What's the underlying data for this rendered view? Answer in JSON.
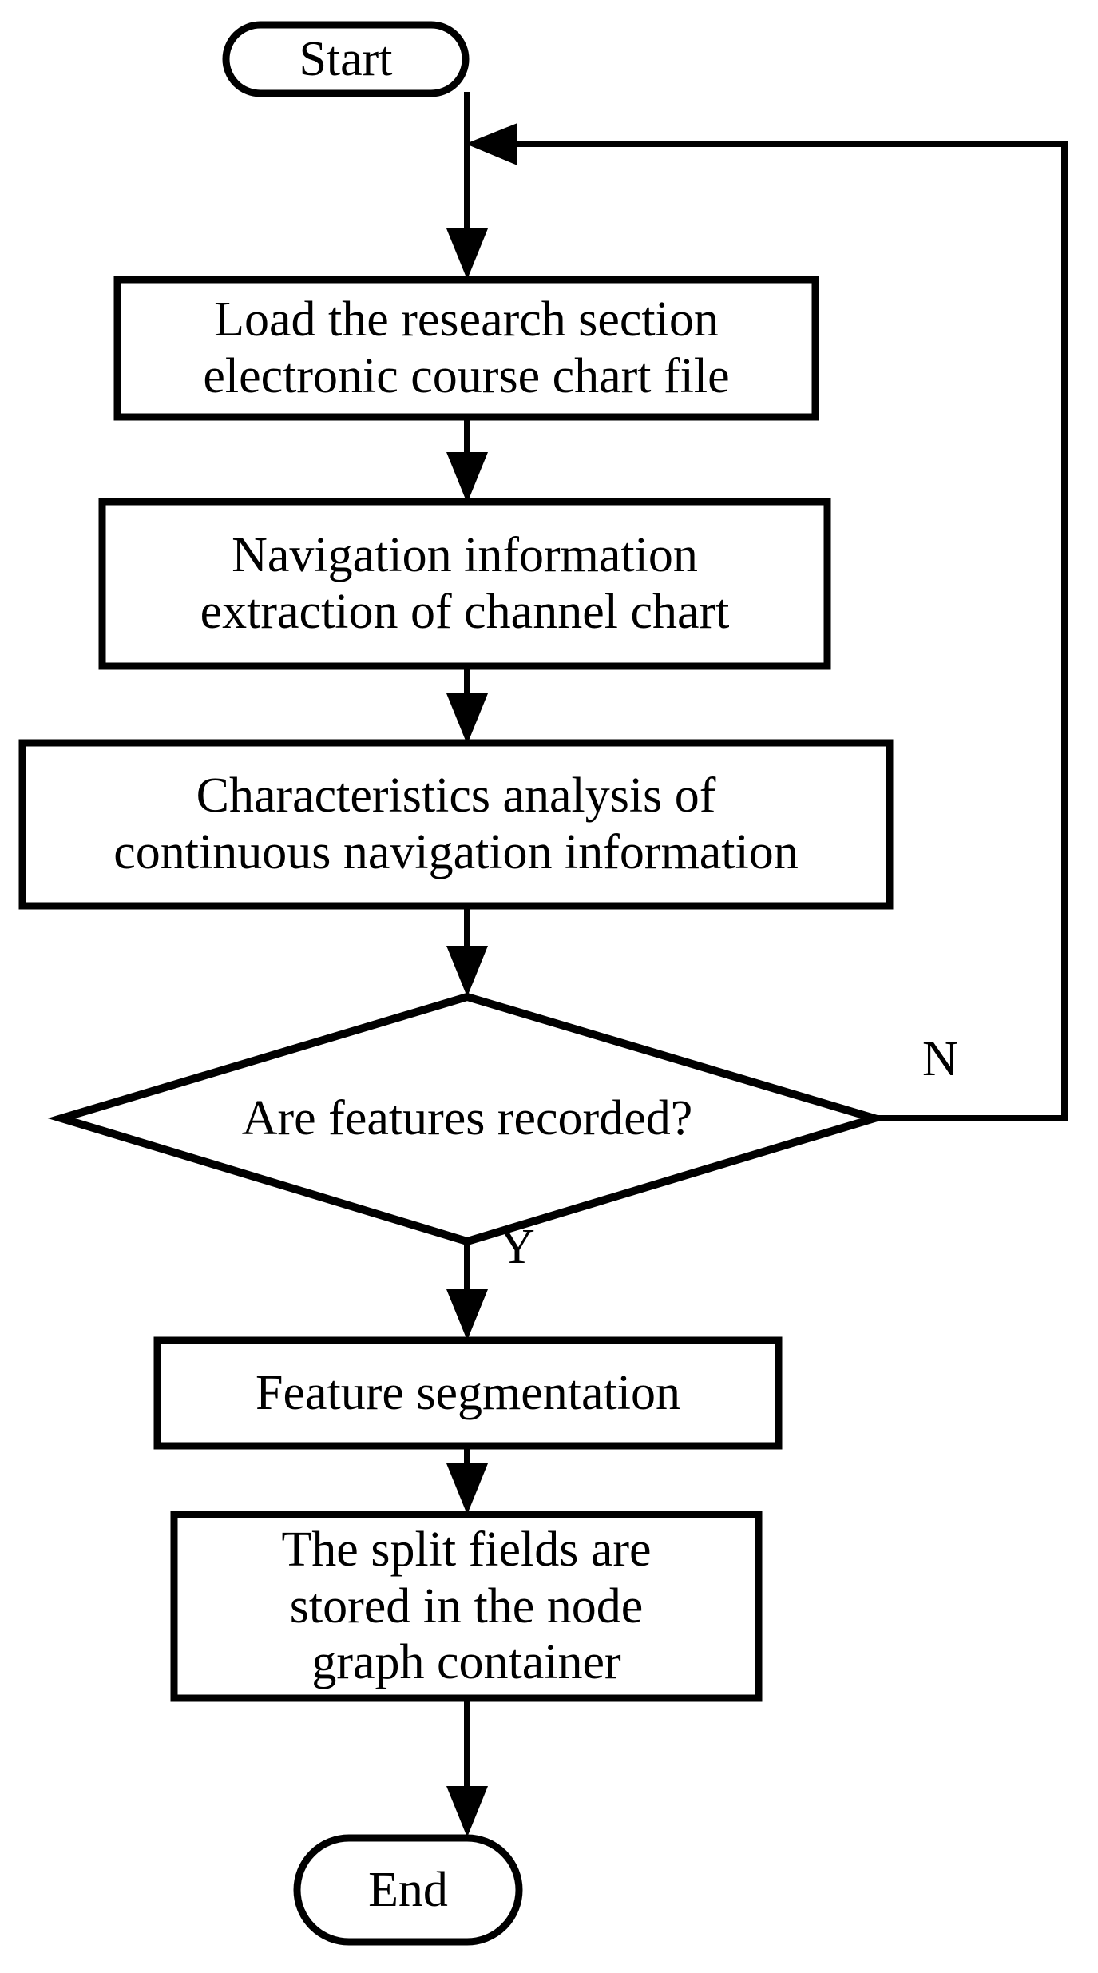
{
  "diagram": {
    "type": "flowchart",
    "orientation": "top-to-bottom",
    "background_color": "#ffffff",
    "line_color": "#000000",
    "nodes": [
      {
        "id": "start",
        "shape": "terminator",
        "label": "Start"
      },
      {
        "id": "load",
        "shape": "process",
        "line1": "Load the research section",
        "line2": "electronic course chart file"
      },
      {
        "id": "extract",
        "shape": "process",
        "line1": "Navigation information",
        "line2": "extraction of channel chart"
      },
      {
        "id": "analyze",
        "shape": "process",
        "line1": "Characteristics analysis of",
        "line2": "continuous navigation information"
      },
      {
        "id": "decision",
        "shape": "decision",
        "label": "Are features recorded?"
      },
      {
        "id": "segment",
        "shape": "process",
        "line1": "Feature segmentation"
      },
      {
        "id": "store",
        "shape": "process",
        "line1": "The split fields are",
        "line2": "stored in the node",
        "line3": "graph container"
      },
      {
        "id": "end",
        "shape": "terminator",
        "label": "End"
      }
    ],
    "edge_labels": {
      "no": "N",
      "yes": "Y"
    },
    "edges": [
      {
        "from": "start",
        "to": "load",
        "label": ""
      },
      {
        "from": "load",
        "to": "extract",
        "label": ""
      },
      {
        "from": "extract",
        "to": "analyze",
        "label": ""
      },
      {
        "from": "analyze",
        "to": "decision",
        "label": ""
      },
      {
        "from": "decision",
        "to": "segment",
        "label": "Y"
      },
      {
        "from": "decision",
        "to": "load",
        "label": "N"
      },
      {
        "from": "segment",
        "to": "store",
        "label": ""
      },
      {
        "from": "store",
        "to": "end",
        "label": ""
      }
    ]
  }
}
